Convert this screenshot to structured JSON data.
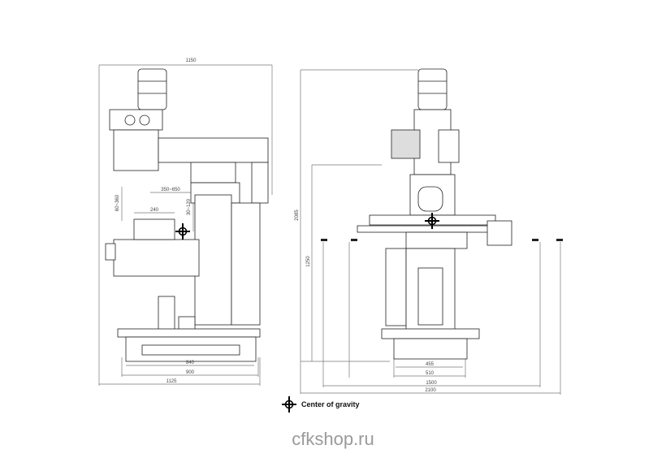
{
  "dimensions": {
    "side_view": {
      "overall_width_top": "1150",
      "ram_travel": "350~650",
      "head_offset": "60~360",
      "table_width": "240",
      "quill": "30~120",
      "base_inner": "840",
      "base_outer": "900",
      "overall_depth": "1125"
    },
    "front_view": {
      "overall_height": "2085",
      "table_height": "1250",
      "base_inner": "455",
      "base_outer": "510",
      "table_length": "1500",
      "overall_length": "2100"
    }
  },
  "legend": {
    "label": "Center of gravity",
    "icon": "center-of-gravity-icon"
  },
  "watermark": "cfkshop.ru"
}
